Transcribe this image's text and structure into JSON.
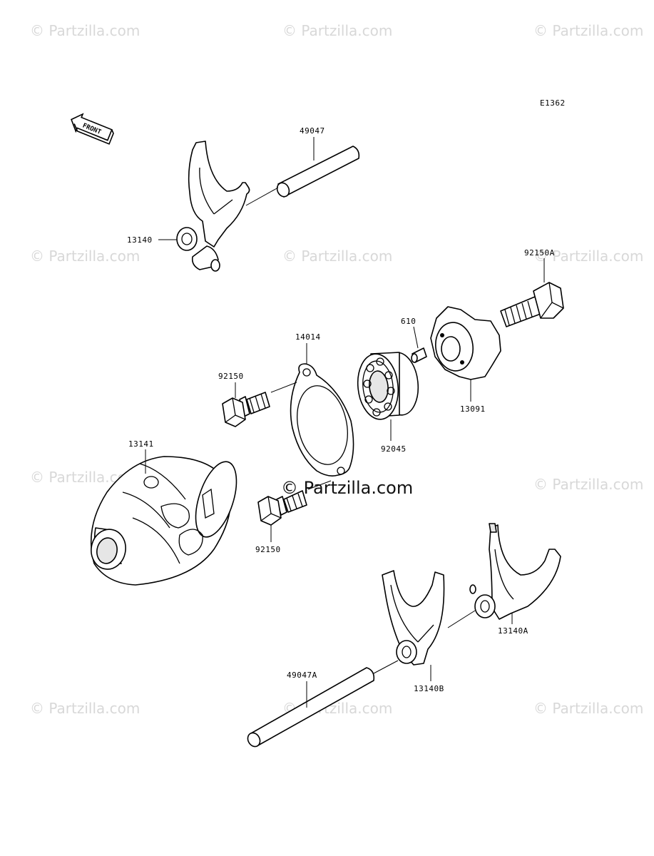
{
  "diagram_code": "E1362",
  "front_label": "FRONT",
  "watermark_small": "© Partzilla.com",
  "watermark_center": "© Partzilla.com",
  "parts": {
    "p49047": "49047",
    "p13140": "13140",
    "p92150A": "92150A",
    "p610": "610",
    "p14014": "14014",
    "p92150_top": "92150",
    "p13091": "13091",
    "p92045": "92045",
    "p13141": "13141",
    "p92150_bottom": "92150",
    "p13140A": "13140A",
    "p49047A": "49047A",
    "p13140B": "13140B"
  }
}
